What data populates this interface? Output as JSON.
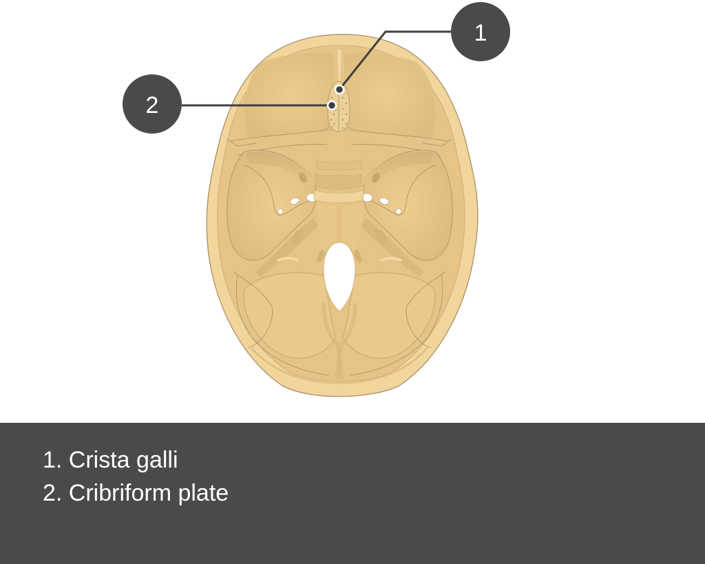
{
  "figure": {
    "subject": "Cranial base, superior view (internal surface of skull)",
    "colors": {
      "bone_outer": "#f2d59c",
      "bone_fossa": "#ebc98a",
      "bone_shadow": "#d9b87c",
      "outline": "#a58f65",
      "callout_fill": "#4a4a4a",
      "callout_text": "#ffffff",
      "leader_line": "#3f3f3f"
    },
    "callouts": [
      {
        "number": "1",
        "target": "Crista galli"
      },
      {
        "number": "2",
        "target": "Cribriform plate"
      }
    ]
  },
  "legend": {
    "background": "#4a4a4a",
    "items": [
      {
        "label": "1. Crista galli"
      },
      {
        "label": "2. Cribriform plate"
      }
    ]
  }
}
